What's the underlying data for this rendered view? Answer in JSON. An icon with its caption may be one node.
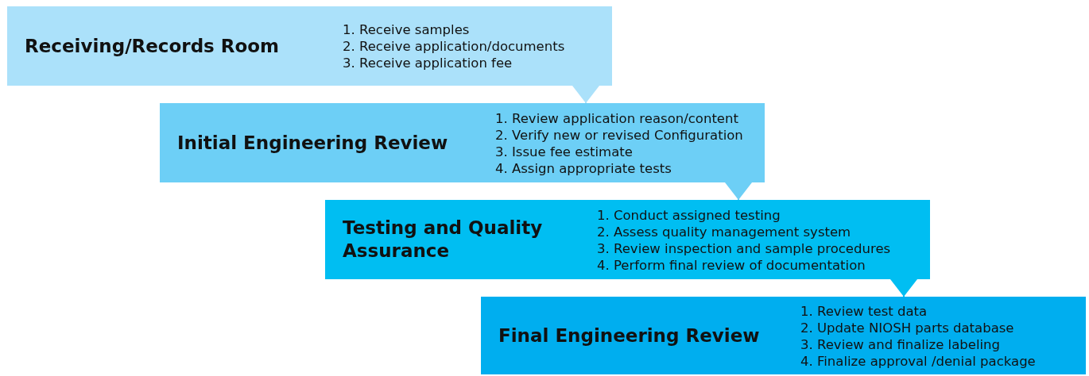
{
  "diagram": {
    "nodes": [
      {
        "text": [
          "Receiving/Records Room",
          "1. Receive samples",
          "2. Receive application/documents",
          "3. Receive application fee"
        ]
      },
      {
        "text": [
          "Initial Engineering Review",
          "1. Review application reason/content",
          "2. Verify new or revised Configuration",
          "3. Issue fee estimate",
          "4. Assign appropriate tests"
        ]
      },
      {
        "text": [
          "Testing and Quality Assurance",
          "1. Conduct assigned testing",
          "2. Assess quality management system",
          "3. Review inspection and sample procedures",
          "4. Perform final review of documentation"
        ]
      },
      {
        "text": [
          "Final Engineering Review",
          "1. Review test data",
          "2. Update NIOSH parts database",
          "3. Review and finalize labeling",
          "4. Finalize approval /denial package"
        ]
      }
    ],
    "edges": [
      {
        "from": 0,
        "to": 1,
        "arrow": "to",
        "color": "#abe1fa"
      },
      {
        "from": 1,
        "to": 2,
        "arrow": "to",
        "color": "#6dcff6"
      },
      {
        "from": 2,
        "to": 3,
        "arrow": "to",
        "color": "#00bef2"
      }
    ]
  }
}
